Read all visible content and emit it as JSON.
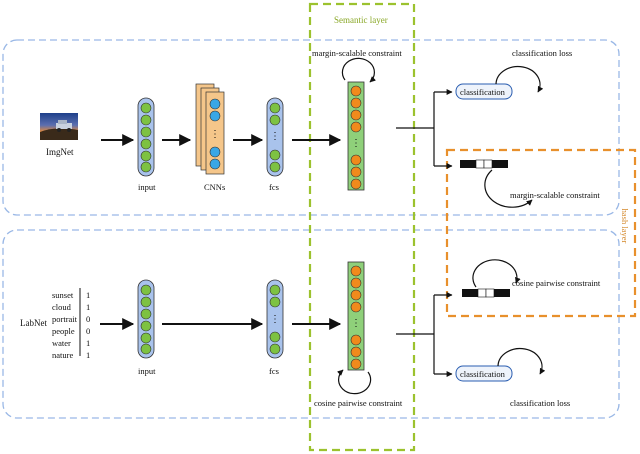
{
  "colors": {
    "dashed_blue": "#9ab8e6",
    "dashed_green": "#9cc22e",
    "dashed_orange": "#e8902c",
    "node_green": "#7dc242",
    "node_orange": "#f08a1c",
    "node_bar_blue": "#a9c3ec",
    "node_bar_green": "#8fd07a",
    "cnn_orange": "#f5c68a",
    "cnn_blue": "#3aa7e6"
  },
  "labels": {
    "semantic_layer": "Semantic layer",
    "hash_layer": "hash layer",
    "imgnet": "ImgNet",
    "labnet": "LabNet",
    "input_top": "input",
    "cnns": "CNNs",
    "fcs_top": "fcs",
    "input_bottom": "input",
    "fcs_bottom": "fcs",
    "margin_scalable_top": "margin-scalable constraint",
    "classification_loss_top": "classification loss",
    "classification_top": "classification",
    "margin_scalable_hash": "margin-scalable constraint",
    "cosine_pairwise_hash": "cosine pairwise constraint",
    "cosine_pairwise_bottom": "cosine pairwise constraint",
    "classification_bottom": "classification",
    "classification_loss_bottom": "classification loss"
  },
  "label_table": [
    {
      "word": "sunset",
      "value": "1"
    },
    {
      "word": "cloud",
      "value": "1"
    },
    {
      "word": "portrait",
      "value": "0"
    },
    {
      "word": "people",
      "value": "0"
    },
    {
      "word": "water",
      "value": "1"
    },
    {
      "word": "nature",
      "value": "1"
    }
  ],
  "icons": {
    "image_thumbnail": "sunset-car-photo-icon",
    "loop_arrow": "circular-arrow-icon",
    "hash_code": "binary-hash-code-icon"
  }
}
